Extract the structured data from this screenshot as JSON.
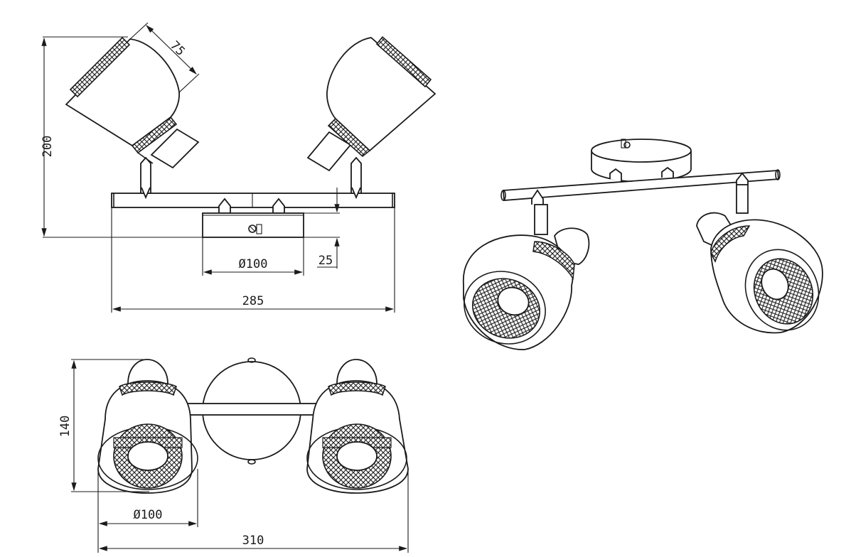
{
  "colors": {
    "ink": "#1a1a1a",
    "paper": "#ffffff"
  },
  "dimensions": {
    "front_height": "200",
    "shade_width": "75",
    "canopy_diameter_front": "Ø100",
    "canopy_height": "25",
    "front_width": "285",
    "bottom_height": "140",
    "shade_diameter_bottom": "Ø100",
    "bottom_width": "310"
  }
}
